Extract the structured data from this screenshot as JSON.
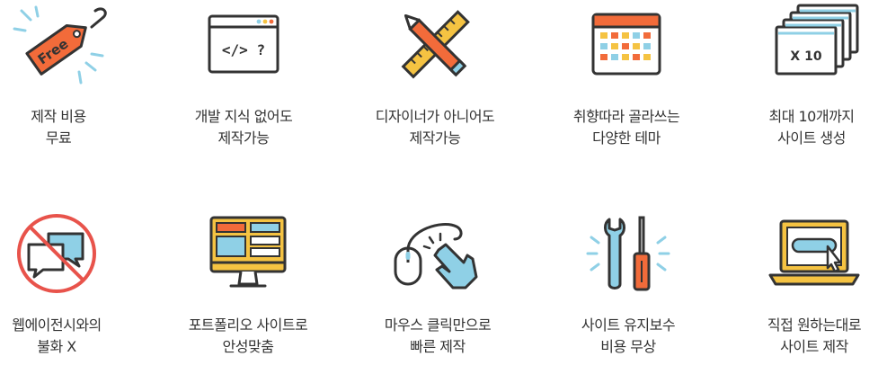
{
  "colors": {
    "outline": "#333333",
    "orange": "#f26b3a",
    "yellow": "#f5c342",
    "blue": "#8fd0e6",
    "red": "#e8534b",
    "text": "#333333"
  },
  "features": [
    {
      "icon": "price-tag-icon",
      "tag_text": "Free",
      "line1": "제작 비용",
      "line2": "무료"
    },
    {
      "icon": "code-window-icon",
      "code_text": "</> ?",
      "line1": "개발 지식 없어도",
      "line2": "제작가능"
    },
    {
      "icon": "pencil-ruler-icon",
      "line1": "디자이너가 아니어도",
      "line2": "제작가능"
    },
    {
      "icon": "theme-grid-icon",
      "line1": "취향따라 골라쓰는",
      "line2": "다양한 테마"
    },
    {
      "icon": "stacked-windows-icon",
      "window_text": "X 10",
      "line1": "최대 10개까지",
      "line2": "사이트 생성"
    },
    {
      "icon": "no-chat-icon",
      "line1": "웹에이전시와의",
      "line2": "불화 X"
    },
    {
      "icon": "monitor-layout-icon",
      "line1": "포트폴리오 사이트로",
      "line2": "안성맞춤"
    },
    {
      "icon": "mouse-hand-icon",
      "line1": "마우스 클릭만으로",
      "line2": "빠른 제작"
    },
    {
      "icon": "wrench-screwdriver-icon",
      "line1": "사이트 유지보수",
      "line2": "비용 무상"
    },
    {
      "icon": "laptop-click-icon",
      "line1": "직접 원하는대로",
      "line2": "사이트 제작"
    }
  ]
}
